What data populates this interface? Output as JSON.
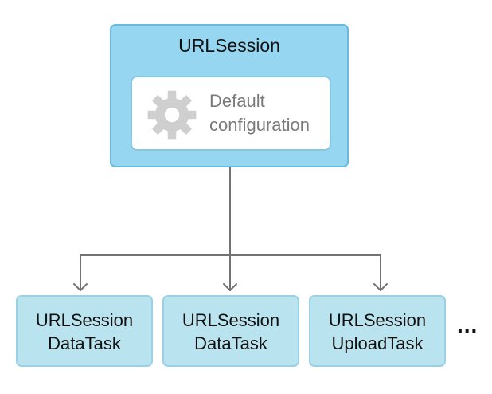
{
  "session": {
    "title": "URLSession",
    "configuration": {
      "icon": "gear-icon",
      "line1": "Default",
      "line2": "configuration"
    }
  },
  "tasks": [
    {
      "line1": "URLSession",
      "line2": "DataTask"
    },
    {
      "line1": "URLSession",
      "line2": "DataTask"
    },
    {
      "line1": "URLSession",
      "line2": "UploadTask"
    }
  ],
  "more_indicator": "...",
  "colors": {
    "session_fill": "#97d6f1",
    "session_border": "#67b9de",
    "task_fill": "#b9e3ef",
    "connector": "#737373",
    "config_text": "#7a7a7a",
    "gear": "#cfcfcf"
  }
}
